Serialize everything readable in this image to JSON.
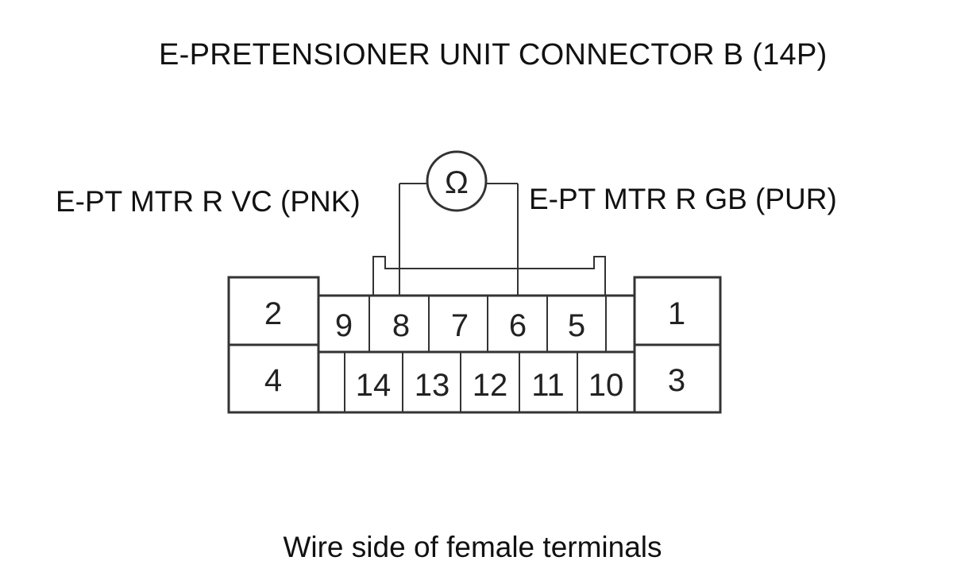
{
  "title": "E-PRETENSIONER UNIT CONNECTOR B (14P)",
  "meter_symbol": "Ω",
  "left_probe_label": "E-PT MTR R VC (PNK)",
  "right_probe_label": "E-PT MTR R GB (PUR)",
  "caption": "Wire side of female terminals",
  "terminals": {
    "t1": "1",
    "t2": "2",
    "t3": "3",
    "t4": "4",
    "t5": "5",
    "t6": "6",
    "t7": "7",
    "t8": "8",
    "t9": "9",
    "t10": "10",
    "t11": "11",
    "t12": "12",
    "t13": "13",
    "t14": "14"
  },
  "probed_terminals": [
    "8",
    "6"
  ]
}
